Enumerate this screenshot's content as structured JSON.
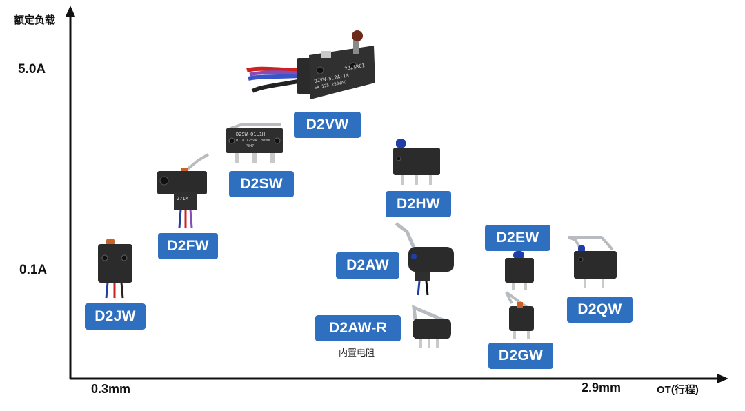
{
  "axes": {
    "y_title": "额定负载",
    "x_title": "OT(行程)",
    "y_ticks": [
      "5.0A",
      "0.1A"
    ],
    "x_ticks": [
      "0.3mm",
      "2.9mm"
    ]
  },
  "products": [
    {
      "model": "D2VW",
      "marking_line1": "D2VW-5L2A-1M",
      "marking_line2": "5A 125 250VAC",
      "marking_code": "28Z8RC1"
    },
    {
      "model": "D2SW",
      "marking_line1": "D2SW-01L1H",
      "marking_line2": "0.1A 125VAC 30VDC",
      "marking_code": "P8H7"
    },
    {
      "model": "D2FW",
      "marking_line1": "Z71M"
    },
    {
      "model": "D2HW"
    },
    {
      "model": "D2EW"
    },
    {
      "model": "D2AW"
    },
    {
      "model": "D2QW"
    },
    {
      "model": "D2JW"
    },
    {
      "model": "D2AW-R",
      "note": "内置电阻"
    },
    {
      "model": "D2GW"
    }
  ],
  "colors": {
    "badge_bg": "#2f6fbf",
    "badge_text": "#ffffff",
    "switch_body": "#2b2b2b",
    "plunger_blue": "#1f3fa8",
    "plunger_orange": "#c8612a",
    "lever_metal": "#b8bcc0"
  }
}
